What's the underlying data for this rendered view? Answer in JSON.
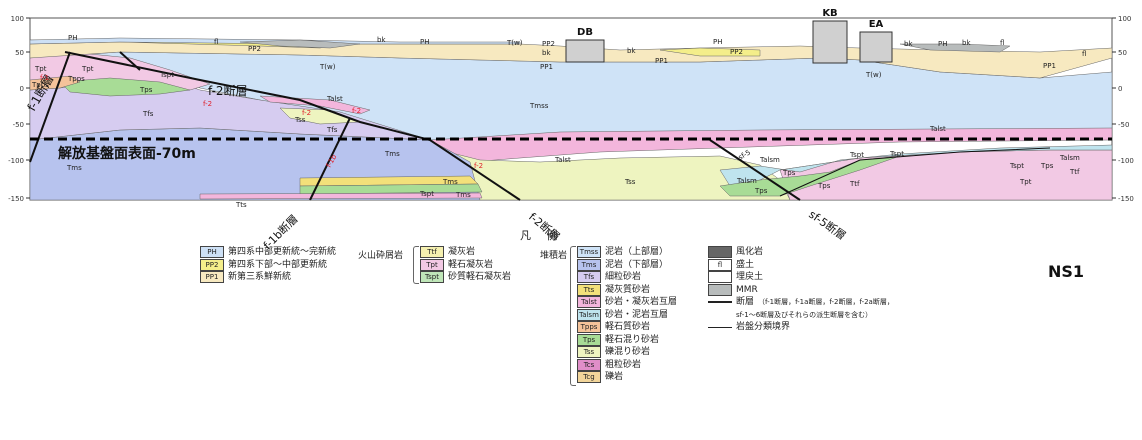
{
  "section": {
    "id": "NS1",
    "elevation_ticks": [
      "100",
      "50",
      "0",
      "-50",
      "-100",
      "-150"
    ],
    "buildings": [
      "DB",
      "KB",
      "EA"
    ],
    "baseline_label": "解放基盤面表面-70m",
    "fault_labels": {
      "f1": "f-1断層",
      "f2": "f-2断層",
      "f2b": "f-2断層",
      "f1b": "f-1b断層",
      "sf5": "sf-5断層"
    },
    "unit_labels": {
      "Tmss": "Tmss",
      "Tms": "Tms",
      "Tfs": "Tfs",
      "Tss": "Tss",
      "Tpt": "Tpt",
      "Tps": "Tps",
      "Tspt": "Tspt",
      "Talst": "Talst",
      "Talsm": "Talsm",
      "Tpps": "Tpps",
      "Tts": "Tts",
      "Ttf": "Ttf",
      "Tw": "T(w)",
      "PH": "PH",
      "PP2": "PP2",
      "PP1": "PP1",
      "bk": "bk",
      "fl": "fl",
      "f2": "f-2",
      "f1": "f-1",
      "f1b": "f-1b",
      "sf5": "sf-5"
    }
  },
  "legend": {
    "title": "凡 例",
    "quaternary": [
      {
        "code": "PH",
        "label": "第四系中部更新統～完新統",
        "color": "#cde0f5"
      },
      {
        "code": "PP2",
        "label": "第四系下部～中部更新統",
        "color": "#f4ee8a"
      },
      {
        "code": "PP1",
        "label": "新第三系鮮新統",
        "color": "#f7e9c0"
      }
    ],
    "volcanic_group": "火山砕屑岩",
    "volcanic": [
      {
        "code": "Ttf",
        "label": "凝灰岩",
        "color": "#f5f0b0"
      },
      {
        "code": "Tpt",
        "label": "軽石凝灰岩",
        "color": "#f2c9e4"
      },
      {
        "code": "Tspt",
        "label": "砂質軽石凝灰岩",
        "color": "#bfe6b8"
      }
    ],
    "sedimentary_group": "堆積岩",
    "sedimentary": [
      {
        "code": "Tmss",
        "label": "泥岩（上部層）",
        "color": "#cfe3f7"
      },
      {
        "code": "Tms",
        "label": "泥岩（下部層）",
        "color": "#b7c3ee"
      },
      {
        "code": "Tfs",
        "label": "細粒砂岩",
        "color": "#d6ccf0"
      },
      {
        "code": "Tts",
        "label": "凝灰質砂岩",
        "color": "#f3e07a"
      },
      {
        "code": "Talst",
        "label": "砂岩・凝灰岩互層",
        "color": "#f3b6dc"
      },
      {
        "code": "Talsm",
        "label": "砂岩・泥岩互層",
        "color": "#bfe4ee"
      },
      {
        "code": "Tpps",
        "label": "軽石質砂岩",
        "color": "#f5c39a"
      },
      {
        "code": "Tps",
        "label": "軽石混り砂岩",
        "color": "#a8dc96"
      },
      {
        "code": "Tss",
        "label": "礫混り砂岩",
        "color": "#eef4c0"
      },
      {
        "code": "Tcs",
        "label": "粗粒砂岩",
        "color": "#e08ec8"
      },
      {
        "code": "Tcg",
        "label": "礫岩",
        "color": "#f2d59a"
      }
    ],
    "other": [
      {
        "code": "",
        "label": "風化岩",
        "color": "#666666",
        "kind": "box"
      },
      {
        "code": "fl",
        "label": "盛土",
        "color": "#ffffff",
        "kind": "box"
      },
      {
        "code": "",
        "label": "埋戻土",
        "color": "#ffffff",
        "kind": "box"
      },
      {
        "code": "",
        "label": "MMR",
        "color": "#b8bcbc",
        "kind": "box"
      }
    ],
    "fault_label": "断層",
    "fault_note_1": "（f-1断層，f-1a断層，f-2断層，f-2a断層，",
    "fault_note_2": "sf-1～6断層及びそれらの派生断層を含む）",
    "boundary_label": "岩盤分類境界"
  }
}
